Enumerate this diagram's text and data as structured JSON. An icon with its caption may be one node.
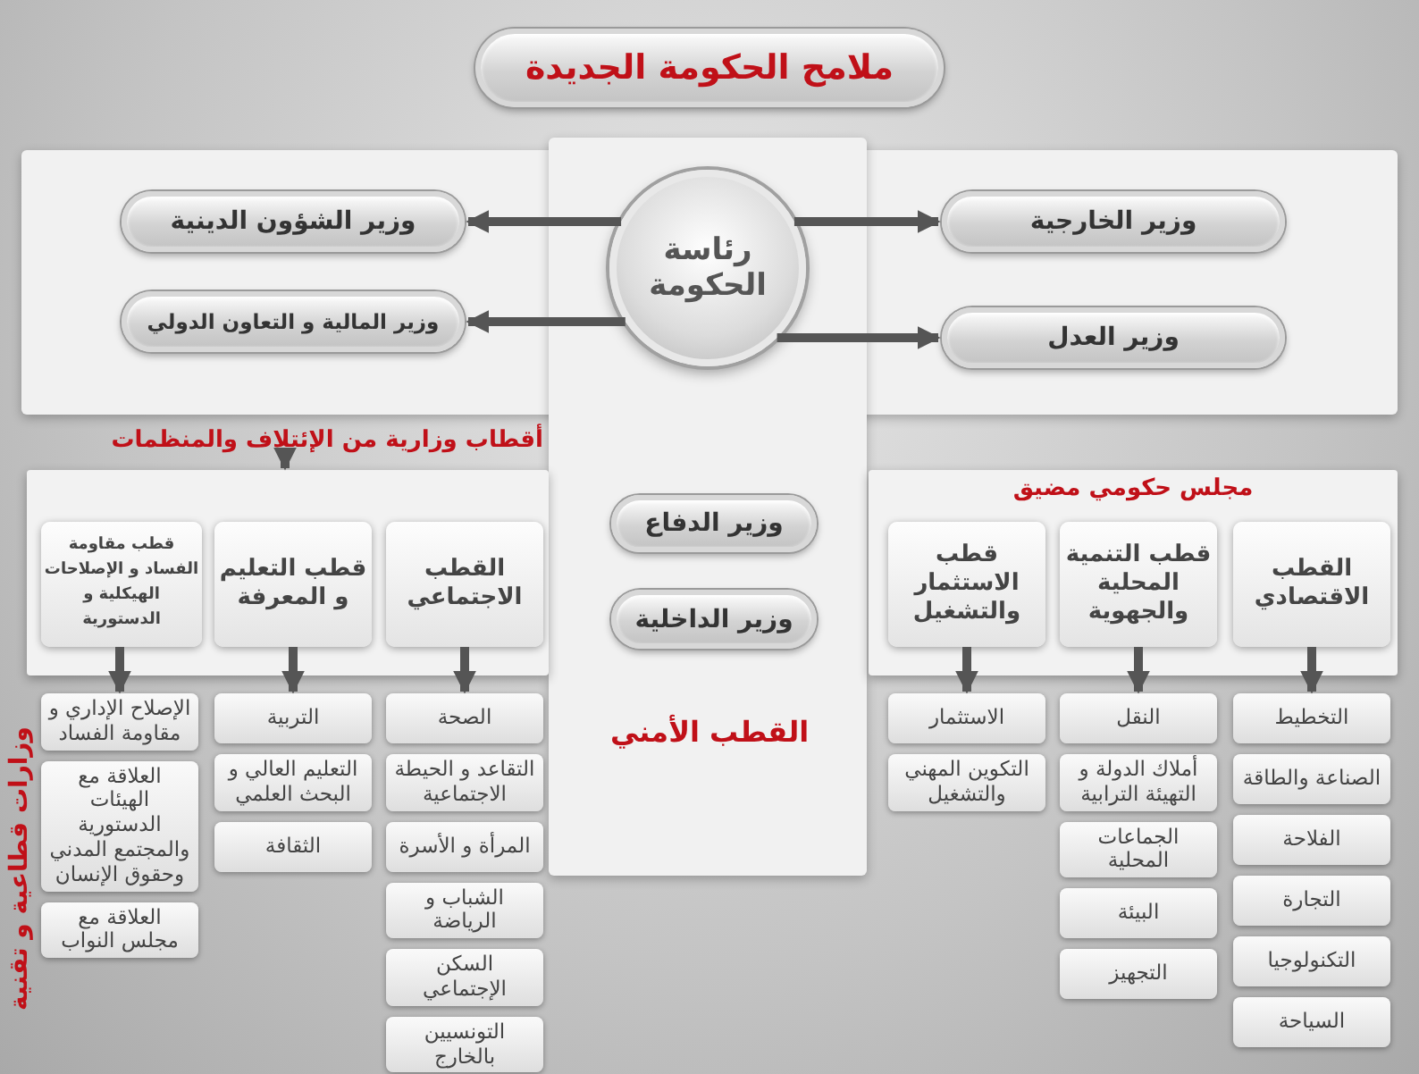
{
  "diagram": {
    "title": "ملامح الحكومة الجديدة",
    "nodes": [
      {
        "text": [
          "رئاسة الحكومة"
        ]
      },
      {
        "text": [
          "وزير الخارجية"
        ]
      },
      {
        "text": [
          "وزير الشؤون الدينية"
        ]
      },
      {
        "text": [
          "وزير العدل"
        ]
      },
      {
        "text": [
          "وزير المالية و التعاون الدولي"
        ]
      },
      {
        "text": [
          "مجلس حكومي مضيق"
        ]
      },
      {
        "text": [
          "القطب الاقتصادي"
        ],
        "in": 5
      },
      {
        "text": [
          "قطب التنمية المحلية والجهوية"
        ],
        "in": 5
      },
      {
        "text": [
          "قطب الاستثمار والتشغيل"
        ],
        "in": 5
      },
      {
        "text": [
          "وزير الدفاع"
        ]
      },
      {
        "text": [
          "وزير الداخلية"
        ]
      },
      {
        "text": [
          "أقطاب وزارية من الإئتلاف والمنظمات"
        ]
      },
      {
        "text": [],
        "shape": "box"
      },
      {
        "text": [
          "القطب الاجتماعي"
        ],
        "in": 12
      },
      {
        "text": [
          "قطب التعليم و المعرفة"
        ],
        "in": 12
      },
      {
        "text": [
          "قطب مقاومة الفساد و الإصلاحات الهيكلية و الدستورية"
        ],
        "in": 12
      },
      {
        "text": [
          "التخطيط"
        ]
      },
      {
        "text": [
          "الصناعة والطاقة"
        ]
      },
      {
        "text": [
          "الفلاحة"
        ]
      },
      {
        "text": [
          "التجارة"
        ]
      },
      {
        "text": [
          "التكنولوجيا"
        ]
      },
      {
        "text": [
          "السياحة"
        ]
      },
      {
        "text": [
          "النقل"
        ]
      },
      {
        "text": [
          "أملاك الدولة و التهيئة الترابية"
        ]
      },
      {
        "text": [
          "الجماعات المحلية"
        ]
      },
      {
        "text": [
          "البيئة"
        ]
      },
      {
        "text": [
          "التجهيز"
        ]
      },
      {
        "text": [
          "الاستثمار"
        ]
      },
      {
        "text": [
          "التكوين المهني والتشغيل"
        ]
      },
      {
        "text": [
          "الصحة"
        ]
      },
      {
        "text": [
          "التقاعد و الحيطة الاجتماعية"
        ]
      },
      {
        "text": [
          "المرأة و الأسرة"
        ]
      },
      {
        "text": [
          "الشباب و الرياضة"
        ]
      },
      {
        "text": [
          "السكن الإجتماعي"
        ]
      },
      {
        "text": [
          "التونسيين بالخارج"
        ]
      },
      {
        "text": [
          "التربية"
        ]
      },
      {
        "text": [
          "التعليم العالي و البحث العلمي"
        ]
      },
      {
        "text": [
          "الثقافة"
        ]
      },
      {
        "text": [
          "الإصلاح الإداري و مقاومة الفساد"
        ]
      },
      {
        "text": [
          "العلاقة مع الهيئات الدستورية والمجتمع المدني وحقوق الإنسان"
        ]
      },
      {
        "text": [
          "العلاقة مع مجلس النواب"
        ]
      }
    ],
    "edges": [
      {
        "from": 0,
        "to": 1,
        "arrow": "to"
      },
      {
        "from": 0,
        "to": 2,
        "arrow": "to"
      },
      {
        "from": 0,
        "to": 3,
        "arrow": "to"
      },
      {
        "from": 0,
        "to": 4,
        "arrow": "to"
      },
      {
        "from": 11,
        "to": 12,
        "arrow": "to"
      },
      {
        "from": 6,
        "to": 16,
        "arrow": "to"
      },
      {
        "from": 7,
        "to": 22,
        "arrow": "to"
      },
      {
        "from": 8,
        "to": 27,
        "arrow": "to"
      },
      {
        "from": 13,
        "to": 29,
        "arrow": "to"
      },
      {
        "from": 14,
        "to": 35,
        "arrow": "to"
      },
      {
        "from": 15,
        "to": 38,
        "arrow": "to"
      }
    ],
    "labels": [
      "القطب الأمني",
      "وزارات قطاعية و تقنية"
    ]
  }
}
